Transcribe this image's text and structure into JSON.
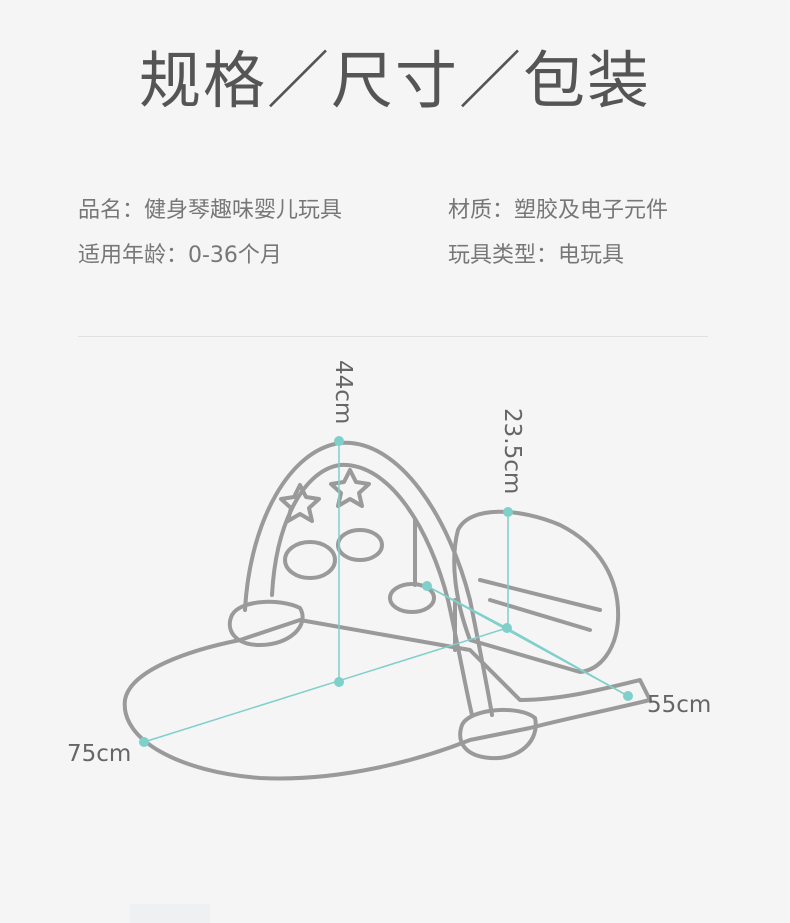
{
  "title": "规格／尺寸／包装",
  "specs": {
    "name": "品名：健身琴趣味婴儿玩具",
    "material": "材质：塑胶及电子元件",
    "age": "适用年龄：0-36个月",
    "type": "玩具类型：电玩具"
  },
  "dimensions": {
    "height_arch": "44cm",
    "height_piano": "23.5cm",
    "width": "55cm",
    "length": "75cm"
  },
  "colors": {
    "accent": "#7fcfcb",
    "outline": "#9a9a9a"
  }
}
